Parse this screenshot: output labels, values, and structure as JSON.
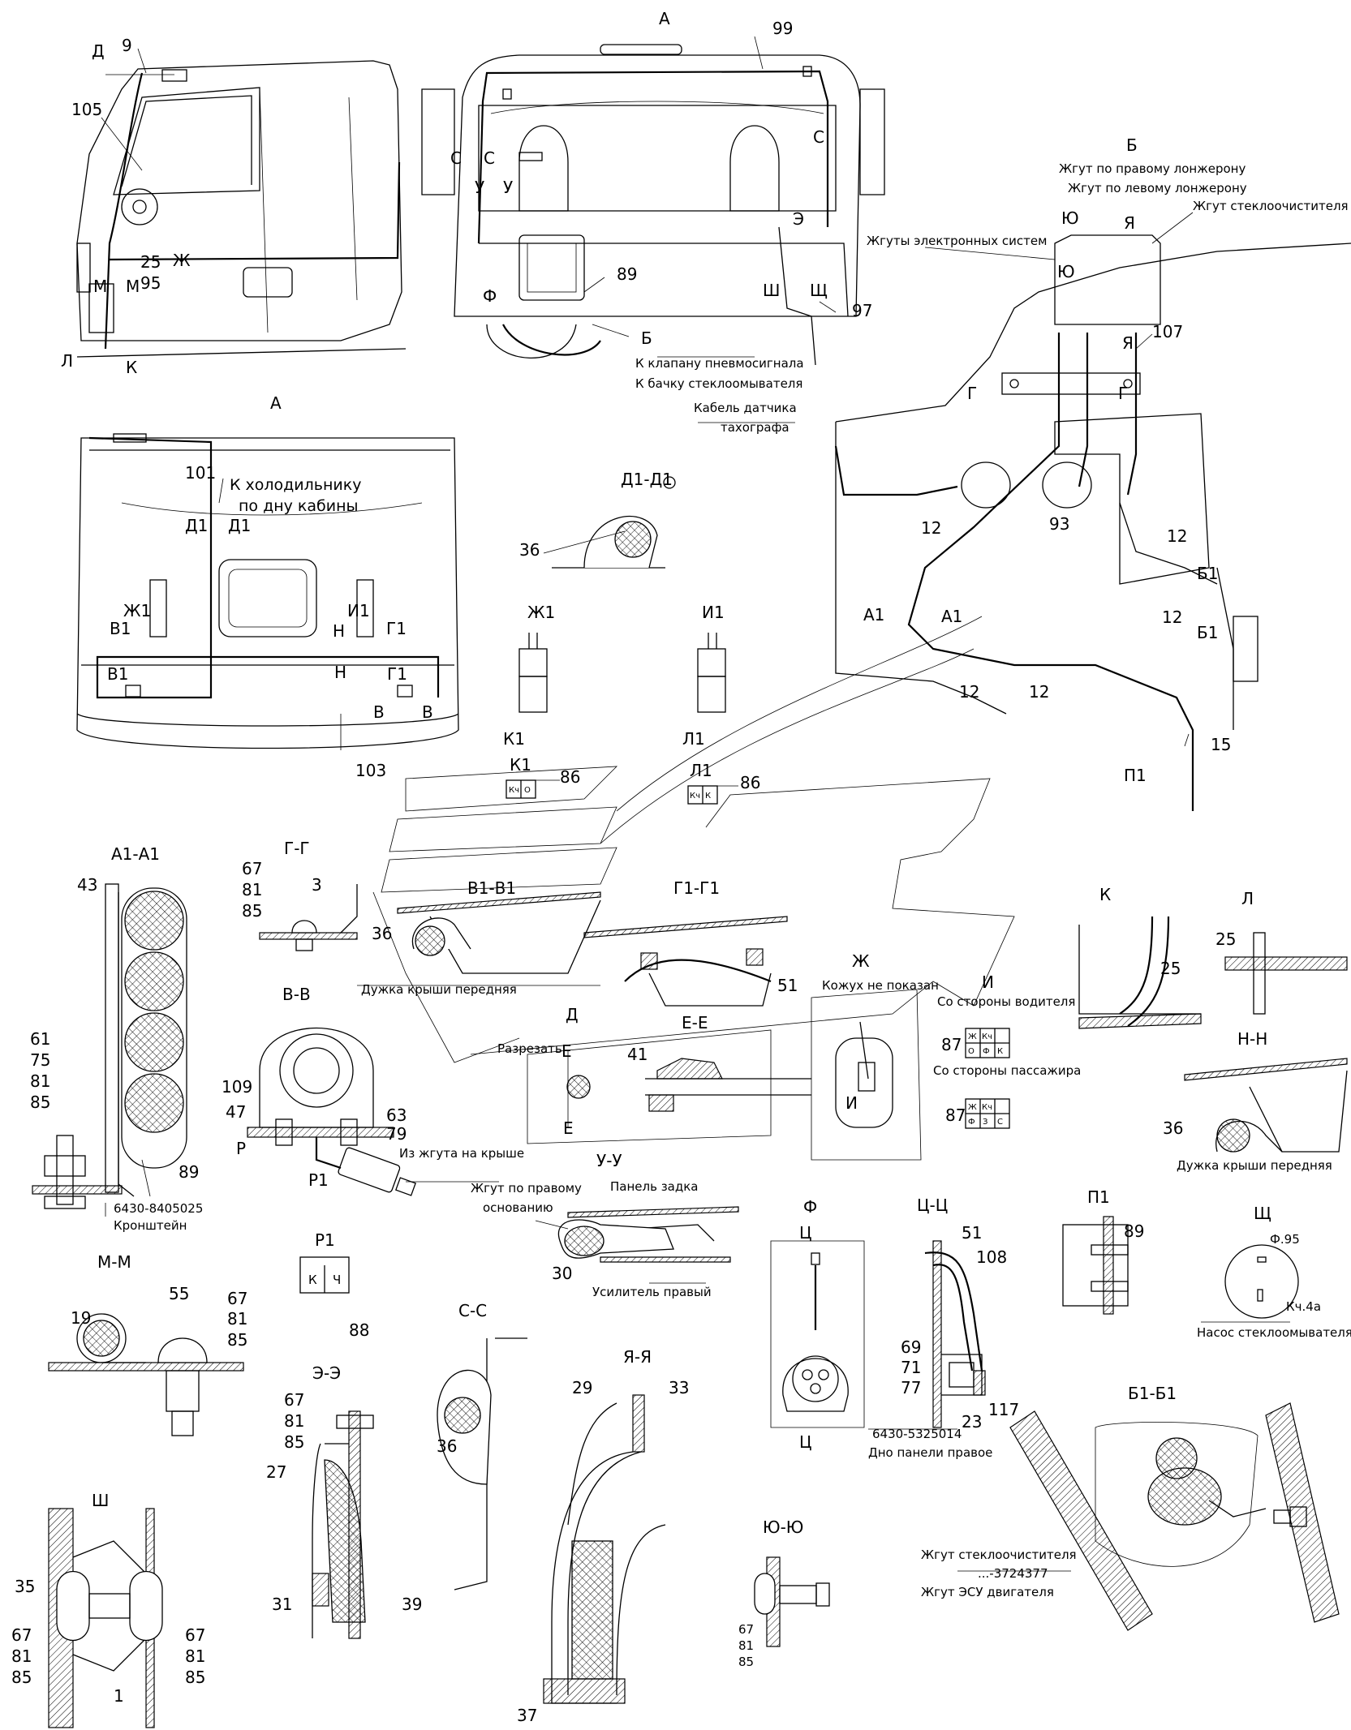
{
  "views": {
    "cab_side": {
      "letters": [
        "Д",
        "9",
        "105",
        "Ж",
        "25",
        "95",
        "М",
        "М",
        "Л",
        "К"
      ]
    },
    "cab_front": {
      "title": "А",
      "callouts": [
        "99",
        "С",
        "С",
        "С",
        "У",
        "У",
        "Э",
        "Ф",
        "89",
        "Ш",
        "Щ",
        "97",
        "Б"
      ],
      "notes": [
        "К клапану пневмосигнала",
        "К бачку стеклоомывателя",
        "Кабель датчика",
        "тахографа"
      ]
    },
    "cab_rear": {
      "title": "А",
      "callouts": [
        "101",
        "Д1",
        "Д1",
        "Ж1",
        "И1",
        "В1",
        "В1",
        "Н",
        "Н",
        "Г1",
        "Г1",
        "В",
        "В",
        "103"
      ],
      "notes": [
        "К холодильнику",
        "по дну кабины"
      ]
    },
    "frame_b": {
      "title": "Б",
      "notes": [
        "Жгут по правому лонжерону",
        "Жгут по левому лонжерону",
        "Жгут стеклоочистителя",
        "Жгуты электронных систем"
      ],
      "callouts": [
        "Ю",
        "Ю",
        "Я",
        "Я",
        "107",
        "Г",
        "Г",
        "12",
        "12",
        "12",
        "12",
        "12",
        "93",
        "А1",
        "А1",
        "Б1",
        "Б1",
        "15",
        "П1"
      ]
    }
  },
  "sections": {
    "d1d1": {
      "title": "Д1-Д1",
      "callouts": [
        "36"
      ]
    },
    "zh1": {
      "title": "Ж1",
      "callouts": [
        "К1"
      ]
    },
    "i1": {
      "title": "И1",
      "callouts": [
        "Л1"
      ]
    },
    "k1": {
      "title": "К1",
      "pins": [
        "Кч",
        "О"
      ],
      "callouts": [
        "86"
      ]
    },
    "l1": {
      "title": "Л1",
      "pins": [
        "Кч",
        "К"
      ],
      "callouts": [
        "86"
      ]
    },
    "a1a1": {
      "title": "А1-А1",
      "callouts": [
        "43",
        "61",
        "75",
        "81",
        "85",
        "89"
      ],
      "notes": [
        "6430-8405025",
        "Кронштейн"
      ]
    },
    "gg": {
      "title": "Г-Г",
      "callouts": [
        "67",
        "81",
        "85",
        "3"
      ]
    },
    "v1v1": {
      "title": "В1-В1",
      "callouts": [
        "36"
      ],
      "notes": [
        "Дужка крыши передняя"
      ]
    },
    "g1g1": {
      "title": "Г1-Г1",
      "callouts": [
        "51"
      ]
    },
    "vv": {
      "title": "В-В",
      "callouts": [
        "109",
        "47",
        "63",
        "79",
        "Р",
        "Р1"
      ],
      "notes": [
        "Из жгута на крыше"
      ]
    },
    "d": {
      "title": "Д",
      "callouts": [
        "Е",
        "Е"
      ],
      "notes": [
        "Разрезать"
      ]
    },
    "ee": {
      "title": "Е-Е",
      "callouts": [
        "41"
      ]
    },
    "zh": {
      "title": "Ж",
      "callouts": [
        "И"
      ],
      "notes": [
        "Кожух не показан"
      ]
    },
    "k": {
      "title": "К",
      "callouts": [
        "25"
      ]
    },
    "l": {
      "title": "Л",
      "callouts": [
        "25"
      ]
    },
    "i": {
      "title": "И",
      "notes": [
        "Со стороны водителя",
        "Со стороны пассажира"
      ],
      "pins_driver": [
        "Ж",
        "Кч",
        "О",
        "Ф",
        "К"
      ],
      "pins_passenger": [
        "Ж",
        "Кч",
        "Ф",
        "З",
        "С"
      ],
      "callouts": [
        "87",
        "87"
      ]
    },
    "nn": {
      "title": "Н-Н",
      "callouts": [
        "36"
      ],
      "notes": [
        "Дужка крыши передняя"
      ]
    },
    "mm": {
      "title": "М-М",
      "callouts": [
        "19",
        "55",
        "67",
        "81",
        "85"
      ]
    },
    "p1": {
      "title": "Р1",
      "pins": [
        "К",
        "Ч"
      ],
      "callouts": [
        "88"
      ]
    },
    "uu": {
      "title": "У-У",
      "callouts": [
        "30"
      ],
      "notes": [
        "Жгут по правому",
        "основанию",
        "Панель задка",
        "Усилитель правый"
      ]
    },
    "f": {
      "title": "Ф",
      "callouts": [
        "Ц",
        "Ц"
      ],
      "notes": [
        "6430-5325014",
        "Дно панели правое"
      ]
    },
    "tsts": {
      "title": "Ц-Ц",
      "callouts": [
        "51",
        "108",
        "69",
        "71",
        "77",
        "23",
        "117"
      ]
    },
    "p1view": {
      "title": "П1",
      "callouts": [
        "89"
      ]
    },
    "shch": {
      "title": "Щ",
      "callouts": [
        "Ф.95",
        "Кч.4а"
      ],
      "notes": [
        "Насос стеклоомывателя"
      ]
    },
    "ss": {
      "title": "С-С",
      "callouts": [
        "36"
      ]
    },
    "ee2": {
      "title": "Э-Э",
      "callouts": [
        "67",
        "81",
        "85",
        "27",
        "31",
        "39"
      ]
    },
    "yaya": {
      "title": "Я-Я",
      "callouts": [
        "29",
        "33",
        "37"
      ]
    },
    "sh": {
      "title": "Ш",
      "callouts": [
        "35",
        "67",
        "81",
        "85",
        "67",
        "81",
        "85",
        "1"
      ]
    },
    "yuyu": {
      "title": "Ю-Ю",
      "callouts": [
        "67",
        "81",
        "85"
      ]
    },
    "b1b1": {
      "title": "Б1-Б1",
      "notes": [
        "Жгут стеклоочистителя",
        "...-3724377",
        "Жгут ЭСУ двигателя"
      ]
    }
  }
}
